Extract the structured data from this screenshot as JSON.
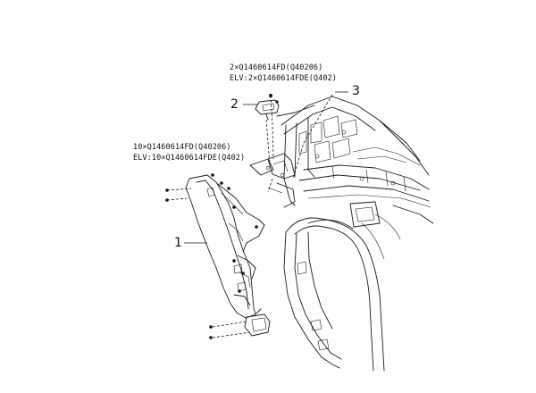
{
  "diagram": {
    "fastener_group_top": {
      "line1": "2×Q1460614FD(Q40206)",
      "line2": "ELV:2×Q1460614FDE(Q402)"
    },
    "fastener_group_left": {
      "line1": "10×Q1460614FD(Q40206)",
      "line2": "ELV:10×Q1460614FDE(Q402)"
    },
    "callouts": {
      "part_1": "1",
      "part_2": "2",
      "part_3": "3"
    }
  }
}
